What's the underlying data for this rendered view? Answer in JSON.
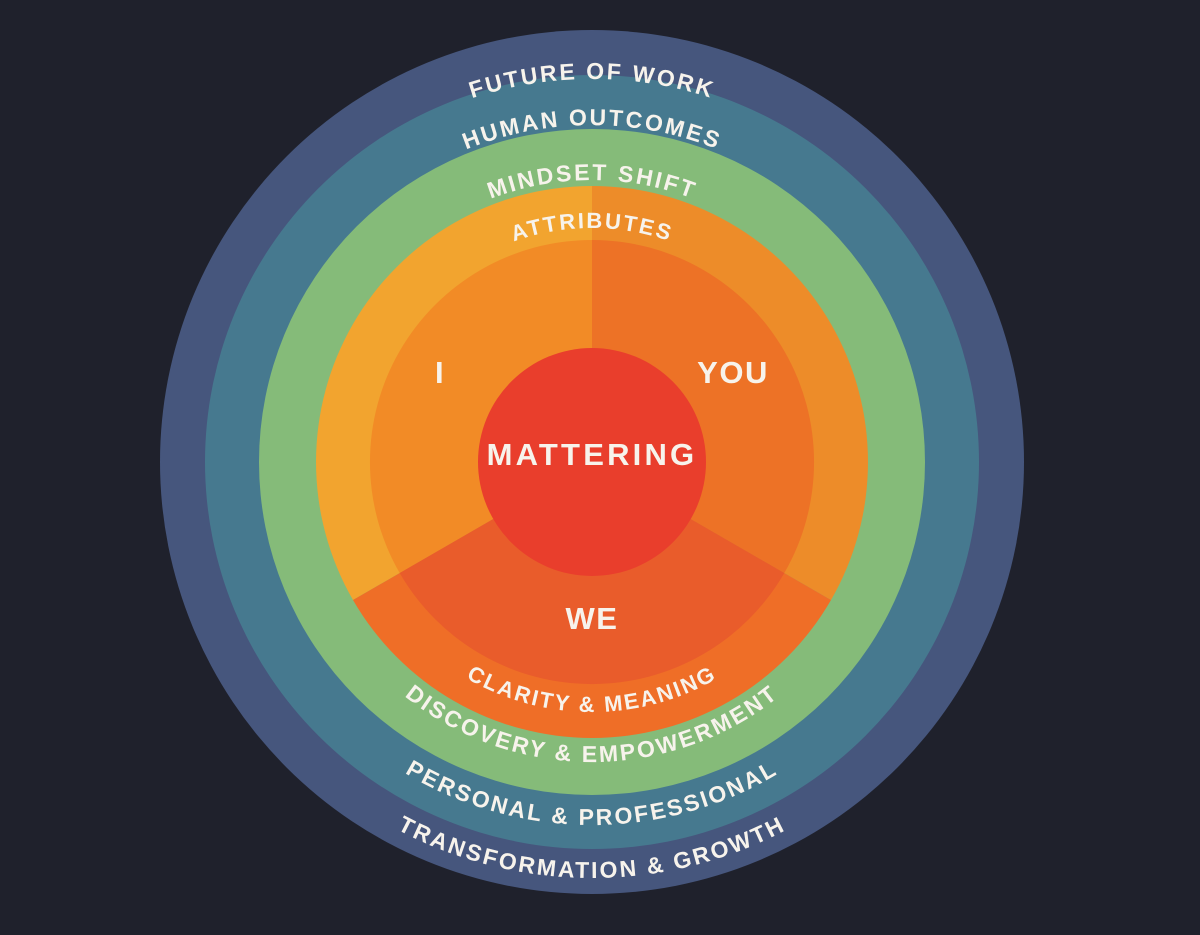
{
  "diagram": {
    "center_label": "MATTERING",
    "sectors": {
      "i": "I",
      "you": "YOU",
      "we": "WE"
    },
    "rings_top": {
      "future_of_work": "FUTURE OF WORK",
      "human_outcomes": "HUMAN OUTCOMES",
      "mindset_shift": "MINDSET SHIFT",
      "attributes": "ATTRIBUTES"
    },
    "rings_bottom": {
      "clarity_meaning": "CLARITY & MEANING",
      "discovery_empowerment": "DISCOVERY & EMPOWERMENT",
      "personal_professional": "PERSONAL & PROFESSIONAL",
      "transformation_growth": "TRANSFORMATION & GROWTH"
    }
  },
  "colors": {
    "background": "#1F212C",
    "ring_outer_blue": "#46567D",
    "ring_teal": "#46798F",
    "ring_green": "#85BB79",
    "sector_i_outer": "#F2A42F",
    "sector_i_inner": "#F28B26",
    "sector_you_outer": "#ED8C29",
    "sector_you_inner": "#ED7226",
    "sector_we_outer": "#EF6E27",
    "sector_we_inner": "#E95C2B",
    "center_red": "#E93E2C",
    "label_text": "#F7F3EC"
  }
}
